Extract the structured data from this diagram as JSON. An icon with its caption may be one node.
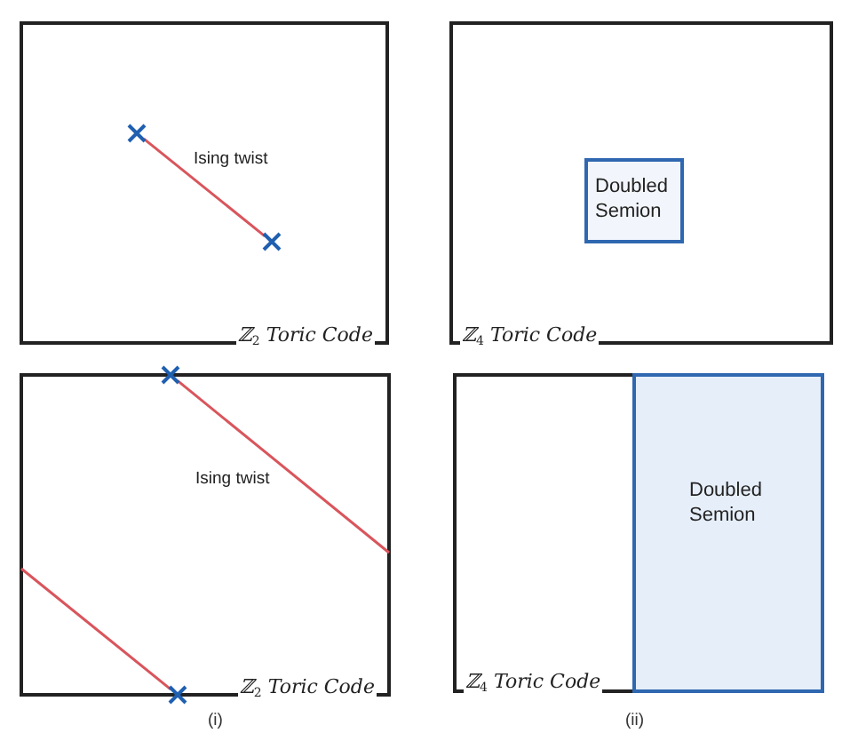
{
  "diagram": {
    "nodes": [
      {
        "text": [
          "ℤ$_{2}$ Toric Code"
        ]
      },
      {
        "text": [],
        "shape": "cross",
        "in": 0
      },
      {
        "text": [],
        "shape": "cross",
        "in": 0
      },
      {
        "text": [
          "ℤ$_{4}$ Toric Code"
        ]
      },
      {
        "text": [
          "Doubled Semion"
        ],
        "in": 3
      },
      {
        "text": [
          "ℤ$_{2}$ Toric Code"
        ]
      },
      {
        "text": [],
        "shape": "cross",
        "in": 5
      },
      {
        "text": [],
        "shape": "cross",
        "in": 5
      },
      {
        "text": [
          "ℤ$_{4}$ Toric Code"
        ]
      },
      {
        "text": [
          "Doubled Semion"
        ],
        "in": 8
      }
    ],
    "edges": [
      {
        "from": 1,
        "to": 2,
        "arrow": "none",
        "label": "Ising twist"
      },
      {
        "from": 6,
        "to": null,
        "arrow": "none",
        "label": "Ising twist"
      },
      {
        "from": null,
        "to": 7,
        "arrow": "none"
      }
    ],
    "labels": [
      "(i)",
      "(ii)"
    ]
  }
}
